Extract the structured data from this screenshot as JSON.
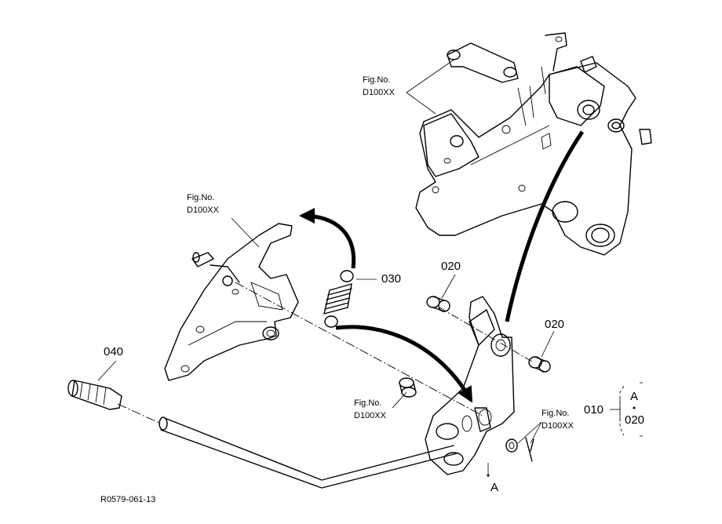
{
  "labels": {
    "ref_top": [
      "Fig.No.",
      "D100XX"
    ],
    "ref_left": [
      "Fig.No.",
      "D100XX"
    ],
    "ref_bottom_center": [
      "Fig.No.",
      "D100XX"
    ],
    "ref_bottom_right": [
      "Fig.No.",
      "D100XX"
    ],
    "part_030": "030",
    "part_020_a": "020",
    "part_020_b": "020",
    "part_040": "040",
    "point_a": "A",
    "legend_010": "010",
    "legend_a": "A",
    "legend_020": "020",
    "drawing_code": "R0579-061-13"
  }
}
